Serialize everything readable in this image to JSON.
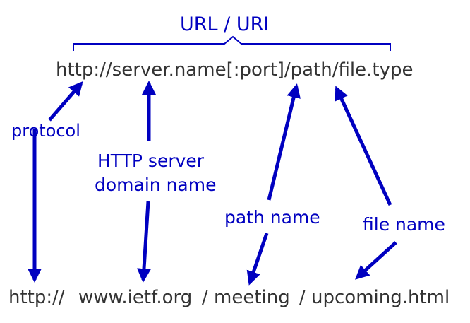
{
  "title": "URL / URI",
  "template_url": "http://server.name[:port]/path/file.type",
  "labels": {
    "protocol": "protocol",
    "http_server_line1": "HTTP server",
    "http_server_line2": "domain name",
    "path_name": "path name",
    "file_name": "file name"
  },
  "example": {
    "protocol": "http://",
    "domain": "www.ietf.org",
    "path": "/ meeting",
    "file": "/ upcoming.html"
  },
  "colors": {
    "accent": "#0000c0",
    "text": "#333333"
  }
}
